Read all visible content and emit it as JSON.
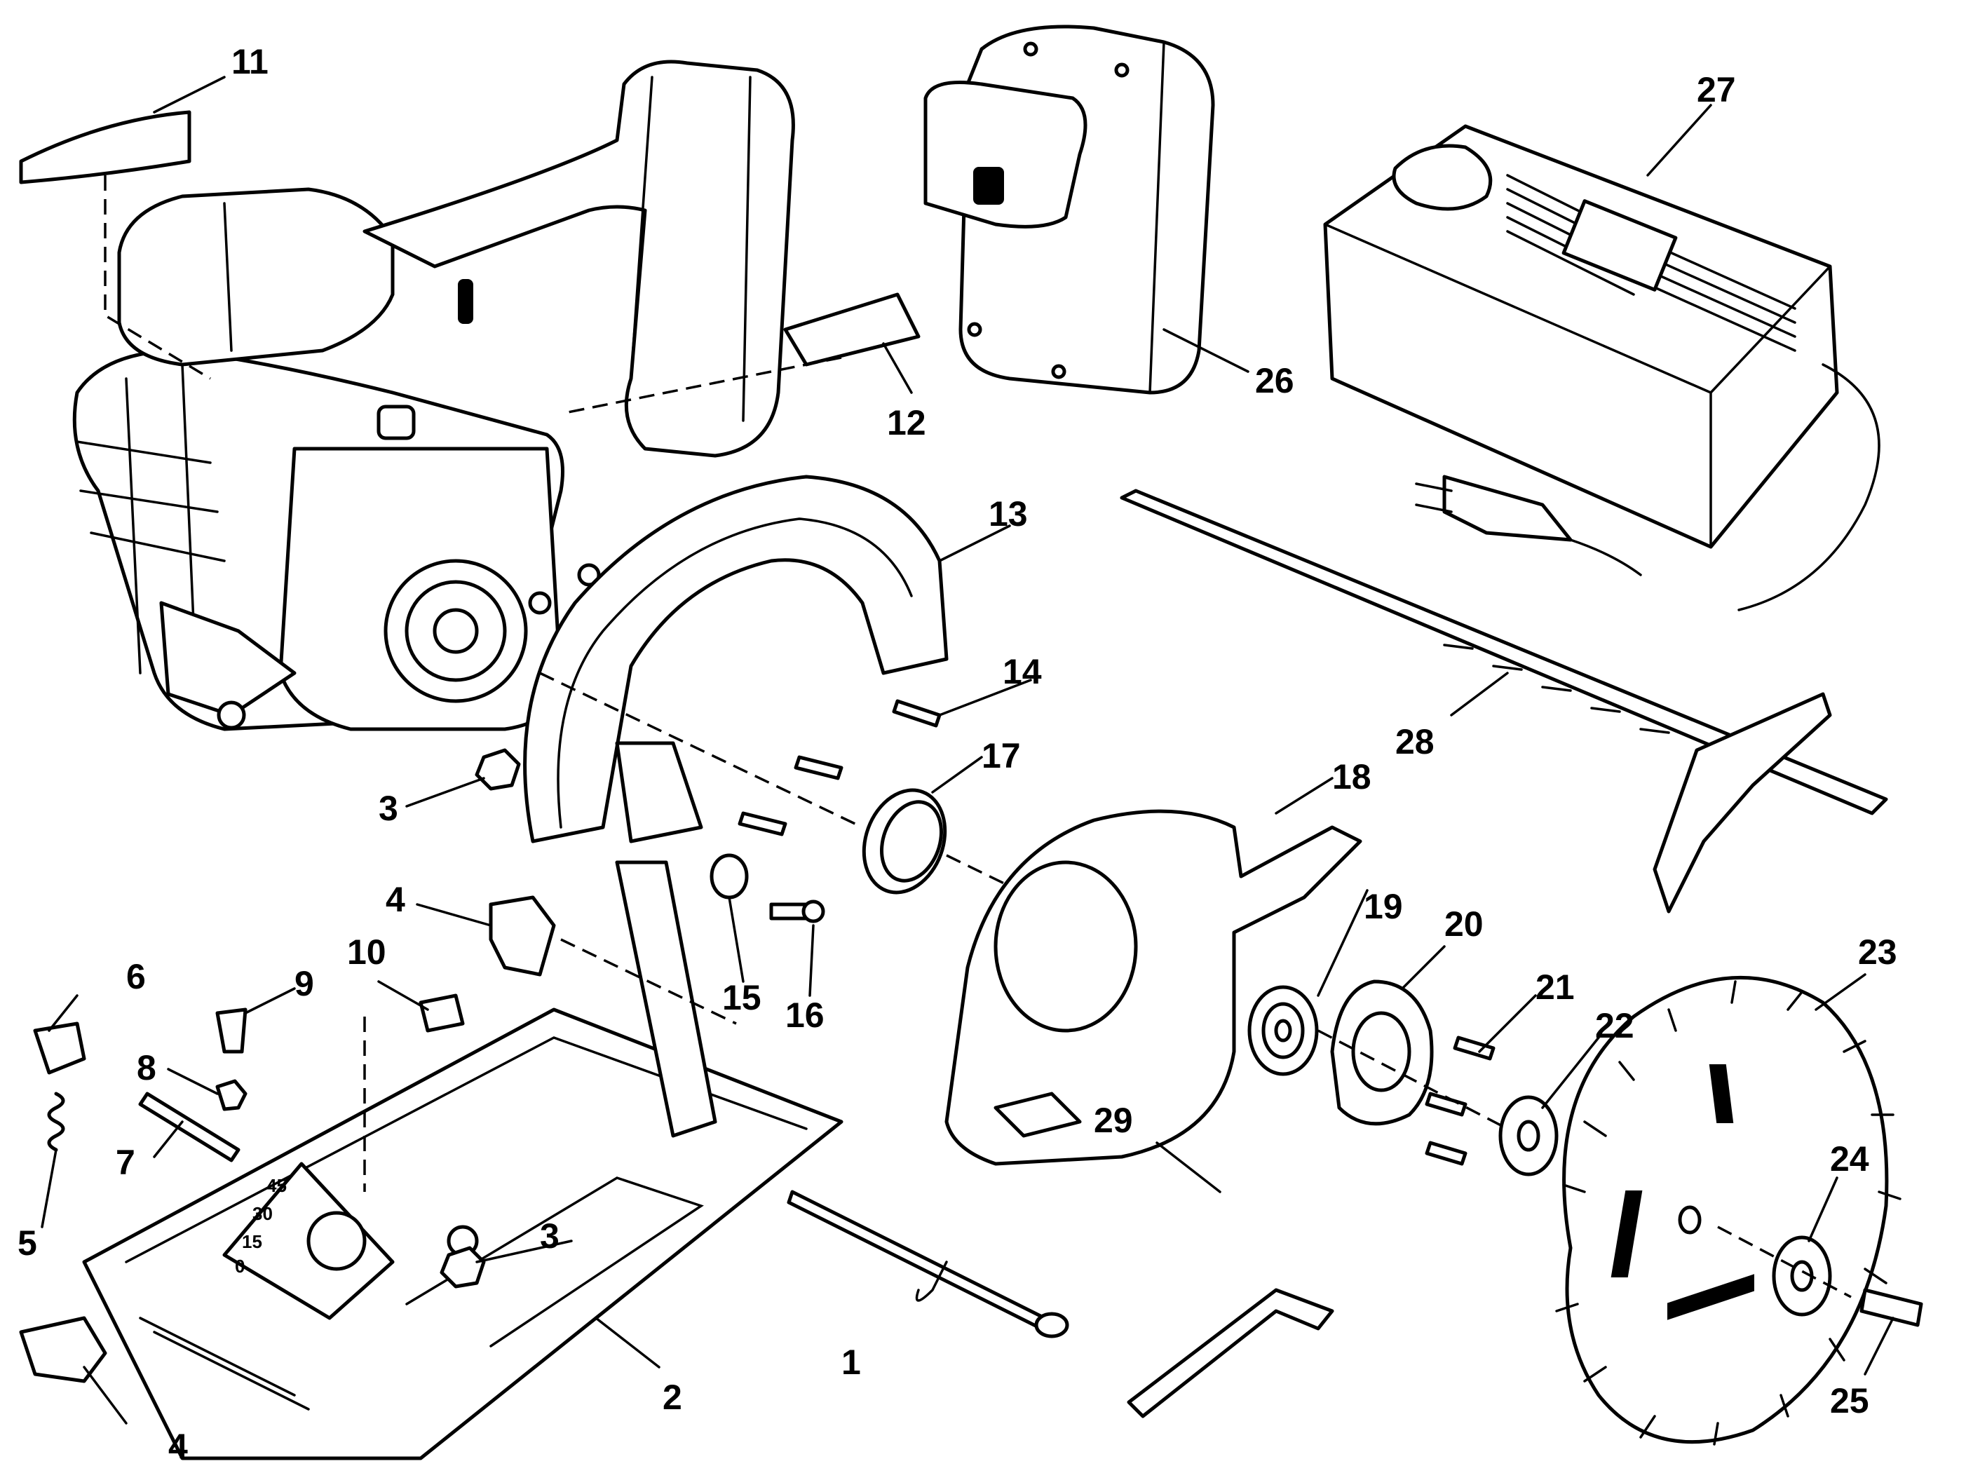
{
  "callouts": [
    {
      "id": "1",
      "label": "1"
    },
    {
      "id": "2",
      "label": "2"
    },
    {
      "id": "3a",
      "label": "3"
    },
    {
      "id": "3b",
      "label": "3"
    },
    {
      "id": "4a",
      "label": "4"
    },
    {
      "id": "4b",
      "label": "4"
    },
    {
      "id": "5",
      "label": "5"
    },
    {
      "id": "6",
      "label": "6"
    },
    {
      "id": "7",
      "label": "7"
    },
    {
      "id": "8",
      "label": "8"
    },
    {
      "id": "9",
      "label": "9"
    },
    {
      "id": "10",
      "label": "10"
    },
    {
      "id": "11",
      "label": "11"
    },
    {
      "id": "12",
      "label": "12"
    },
    {
      "id": "13",
      "label": "13"
    },
    {
      "id": "14",
      "label": "14"
    },
    {
      "id": "15",
      "label": "15"
    },
    {
      "id": "16",
      "label": "16"
    },
    {
      "id": "17",
      "label": "17"
    },
    {
      "id": "18",
      "label": "18"
    },
    {
      "id": "19",
      "label": "19"
    },
    {
      "id": "20",
      "label": "20"
    },
    {
      "id": "21",
      "label": "21"
    },
    {
      "id": "22",
      "label": "22"
    },
    {
      "id": "23",
      "label": "23"
    },
    {
      "id": "24",
      "label": "24"
    },
    {
      "id": "25",
      "label": "25"
    },
    {
      "id": "26",
      "label": "26"
    },
    {
      "id": "27",
      "label": "27"
    },
    {
      "id": "28",
      "label": "28"
    },
    {
      "id": "29",
      "label": "29"
    }
  ],
  "bevel_scale": {
    "marks": [
      "45",
      "30",
      "15",
      "0"
    ]
  }
}
